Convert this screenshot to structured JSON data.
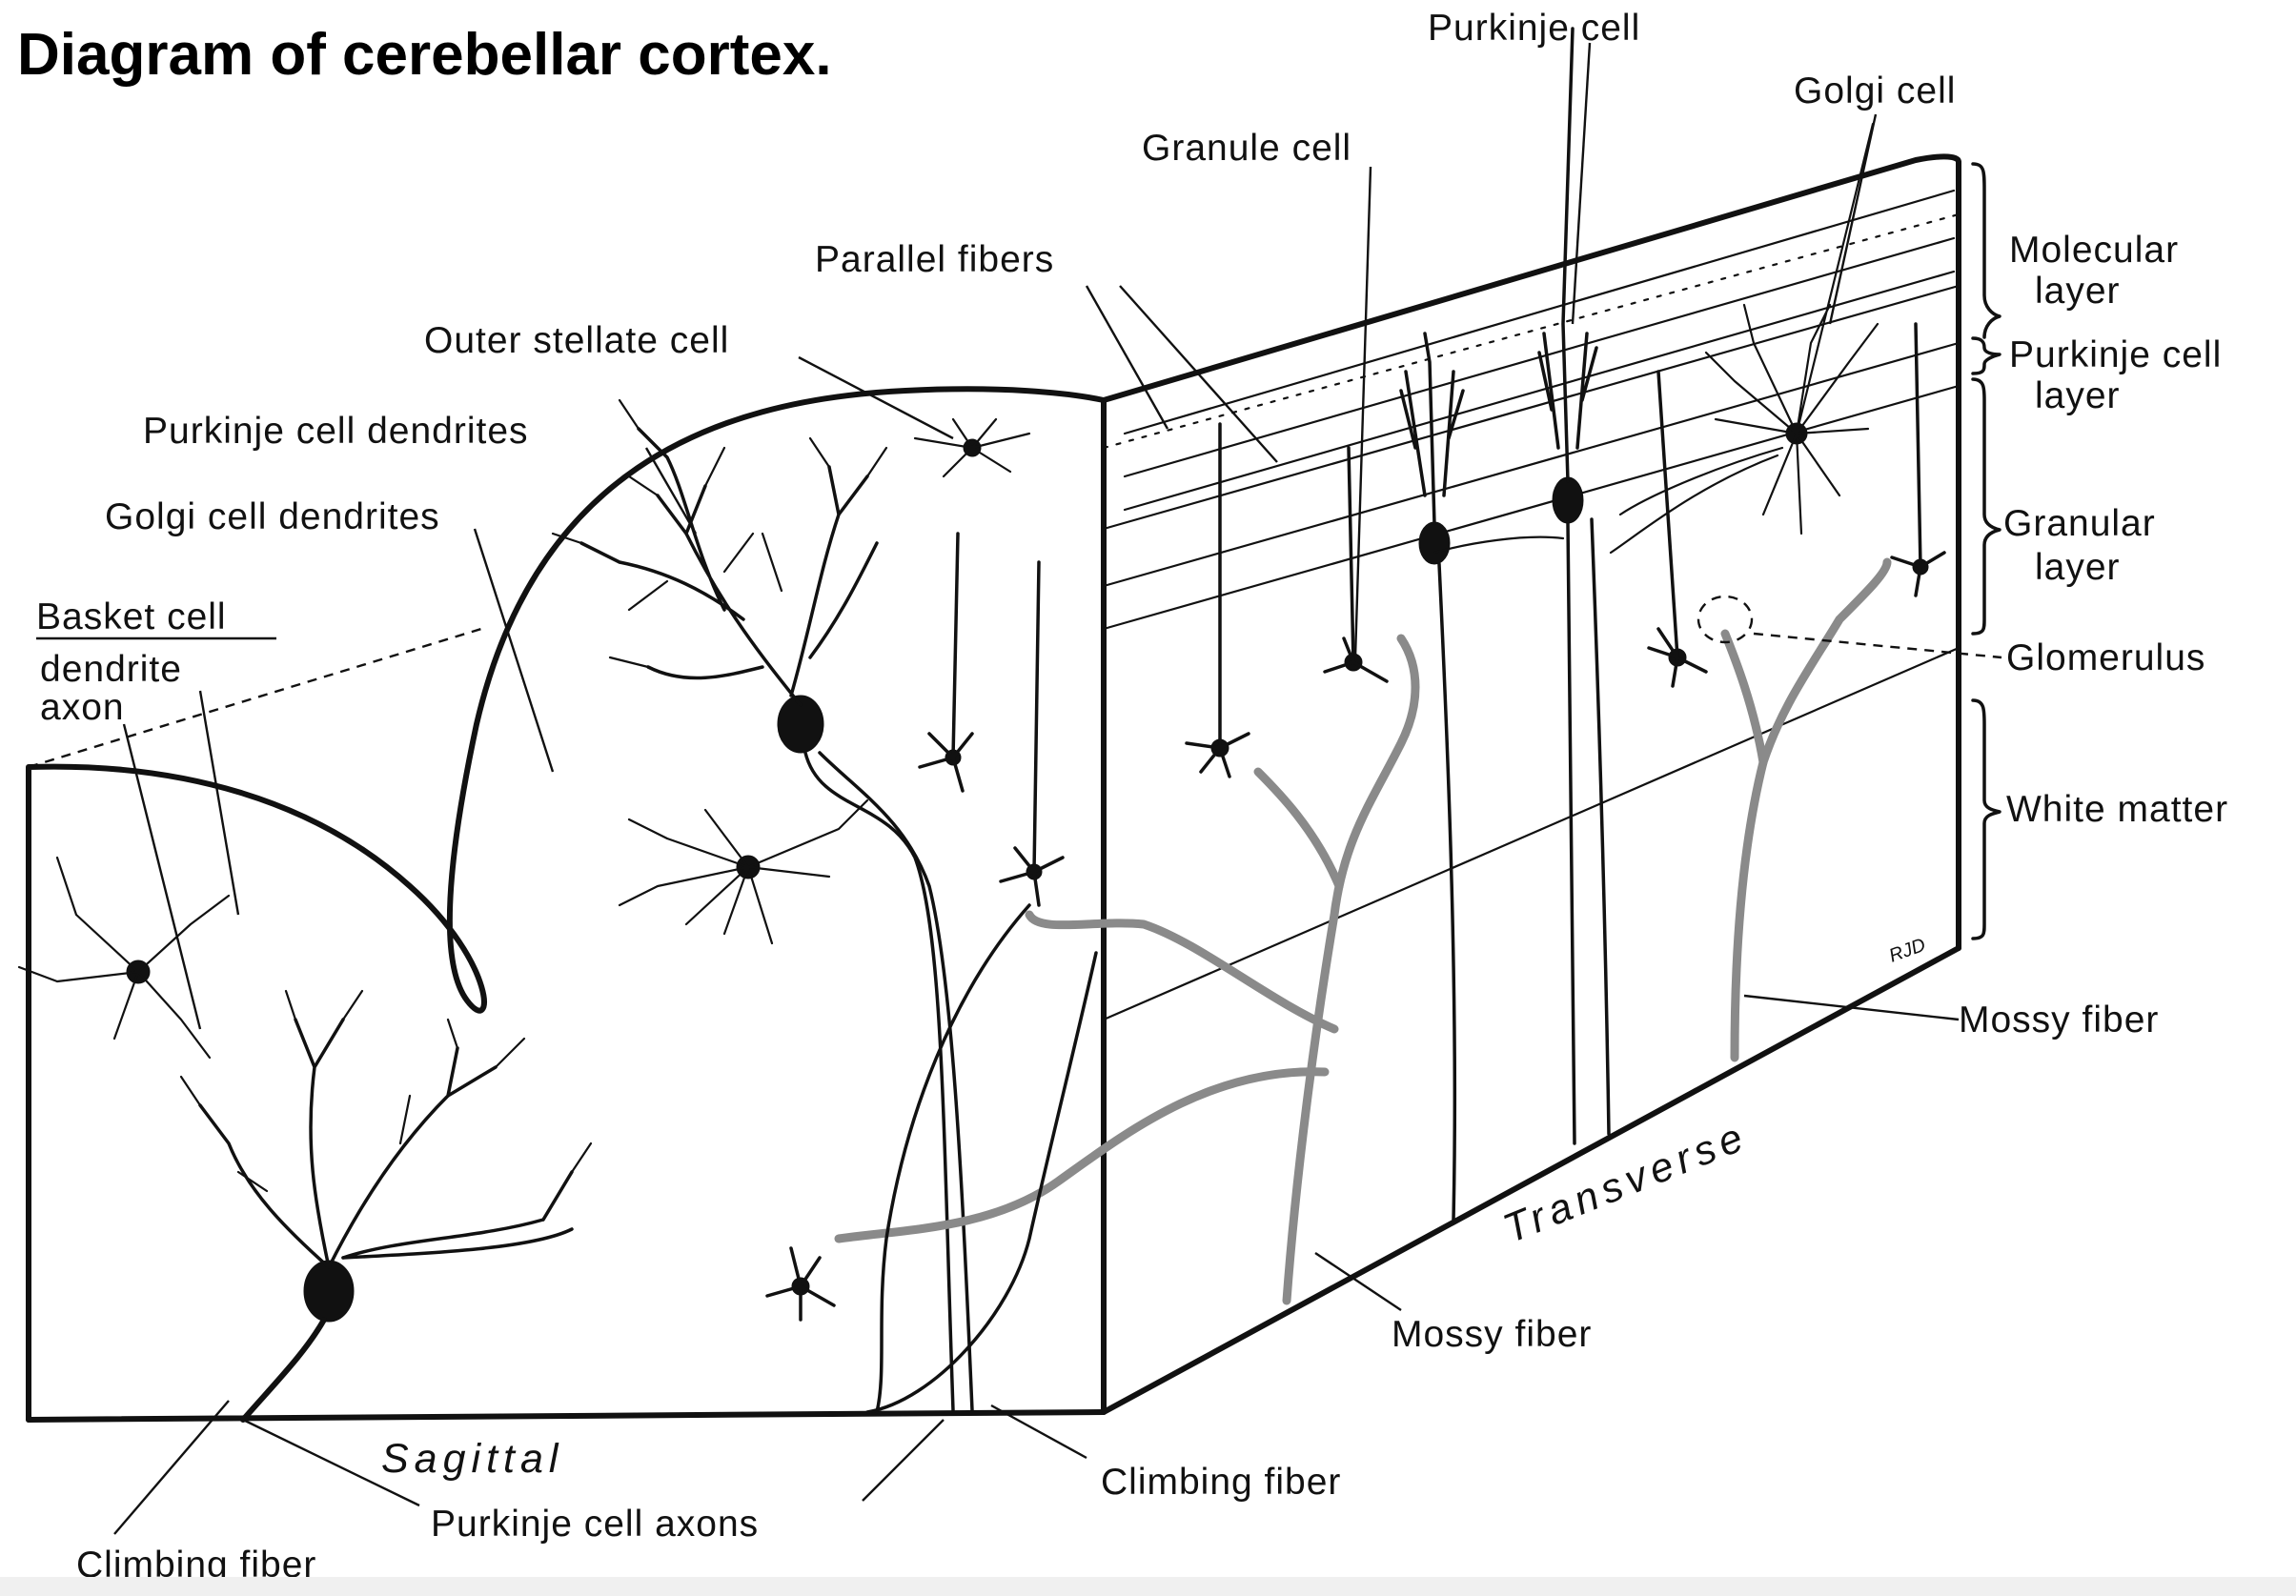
{
  "title": "Diagram of cerebellar cortex.",
  "labels": {
    "purkinje_cell": "Purkinje cell",
    "golgi_cell": "Golgi cell",
    "granule_cell": "Granule cell",
    "parallel_fibers": "Parallel fibers",
    "outer_stellate_cell": "Outer stellate cell",
    "purkinje_cell_dendrites": "Purkinje cell dendrites",
    "golgi_cell_dendrites": "Golgi cell dendrites",
    "basket_cell": "Basket cell",
    "basket_dendrite": "dendrite",
    "basket_axon": "axon",
    "molecular_layer_1": "Molecular",
    "molecular_layer_2": "layer",
    "purkinje_layer_1": "Purkinje  cell",
    "purkinje_layer_2": "layer",
    "granular_layer_1": "Granular",
    "granular_layer_2": "layer",
    "glomerulus": "Glomerulus",
    "white_matter": "White matter",
    "mossy_fiber_right": "Mossy fiber",
    "mossy_fiber_bottom": "Mossy fiber",
    "climbing_fiber_right": "Climbing fiber",
    "climbing_fiber_left": "Climbing fiber",
    "purkinje_cell_axons": "Purkinje cell axons",
    "sagittal": "Sagittal",
    "transverse": "Transverse",
    "signature": "RJD"
  }
}
